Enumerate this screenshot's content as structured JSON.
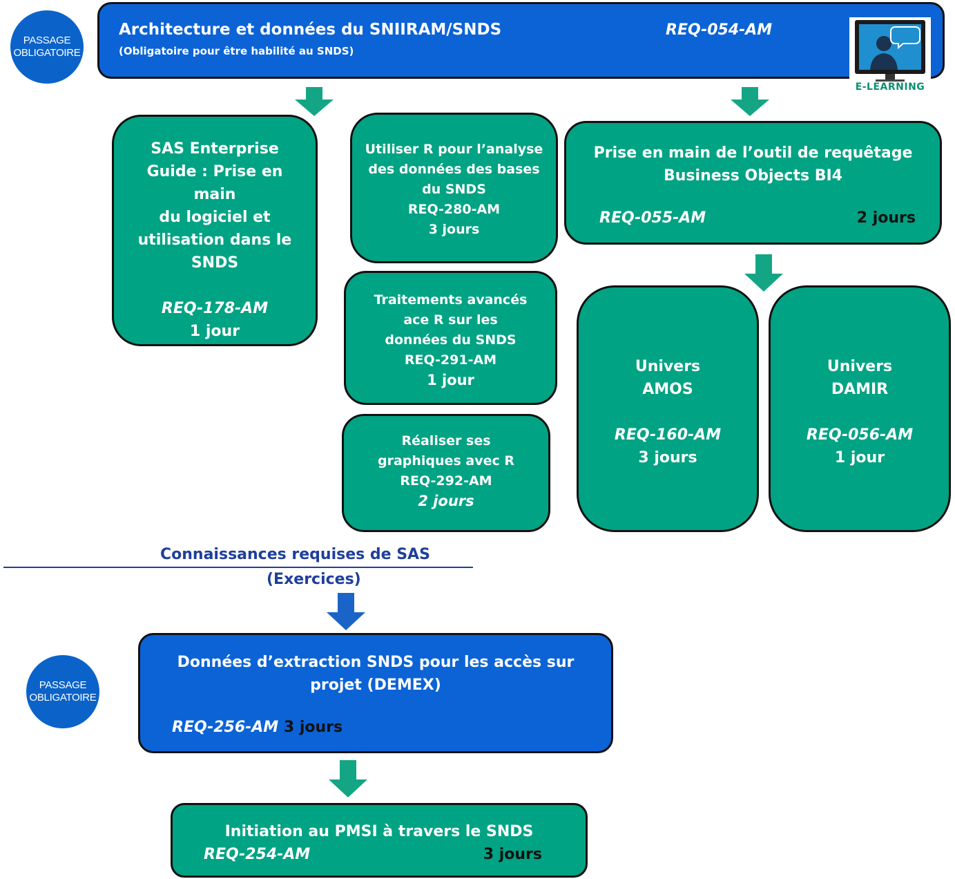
{
  "badge_top": {
    "line1": "PASSAGE",
    "line2": "OBLIGATOIRE"
  },
  "badge_bottom": {
    "line1": "PASSAGE",
    "line2": "OBLIGATOIRE"
  },
  "top_box": {
    "title": "Architecture et données du SNIIRAM/SNDS",
    "subtitle": "(Obligatoire pour être habilité au SNDS)",
    "code": "REQ-054-AM"
  },
  "elearning": {
    "label": "E-LEARNING",
    "icon": "computer-user-icon"
  },
  "sas_box": {
    "lines": [
      "SAS Enterprise",
      "Guide : Prise en",
      "main",
      "du logiciel et",
      "utilisation dans le",
      "SNDS"
    ],
    "code": "REQ-178-AM",
    "duration": "1 jour"
  },
  "r_box": {
    "lines": [
      "Utiliser R pour l’analyse",
      "des données des bases",
      "du SNDS"
    ],
    "code": "REQ-280-AM",
    "duration": "3 jours"
  },
  "r_adv_box": {
    "lines": [
      "Traitements avancés",
      "ace R sur les",
      "données du SNDS"
    ],
    "code": "REQ-291-AM",
    "duration": "1 jour"
  },
  "r_graph_box": {
    "lines": [
      "Réaliser ses",
      "graphiques avec R"
    ],
    "code": "REQ-292-AM",
    "duration": "2 jours"
  },
  "bo_box": {
    "lines": [
      "Prise en main de l’outil de requêtage",
      "Business Objects BI4"
    ],
    "code": "REQ-055-AM",
    "duration": "2 jours"
  },
  "amos_box": {
    "lines": [
      "Univers",
      "AMOS"
    ],
    "code": "REQ-160-AM",
    "duration": "3 jours"
  },
  "damir_box": {
    "lines": [
      "Univers",
      "DAMIR"
    ],
    "code": "REQ-056-AM",
    "duration": "1 jour"
  },
  "sas_req": {
    "line1": "Connaissances requises de SAS",
    "line2": "(Exercices)"
  },
  "demex_box": {
    "lines": [
      "Données d’extraction SNDS pour les accès sur",
      "projet (DEMEX)"
    ],
    "code": "REQ-256-AM",
    "duration": "3 jours"
  },
  "pmsi_box": {
    "title": "Initiation au PMSI à travers le SNDS",
    "code": "REQ-254-AM",
    "duration": "3 jours"
  },
  "colors": {
    "teal": "#00a383",
    "blue": "#0b63d6",
    "arrow_teal": "#14a585",
    "arrow_blue": "#1a63c8",
    "link_blue": "#1f3f9a"
  }
}
